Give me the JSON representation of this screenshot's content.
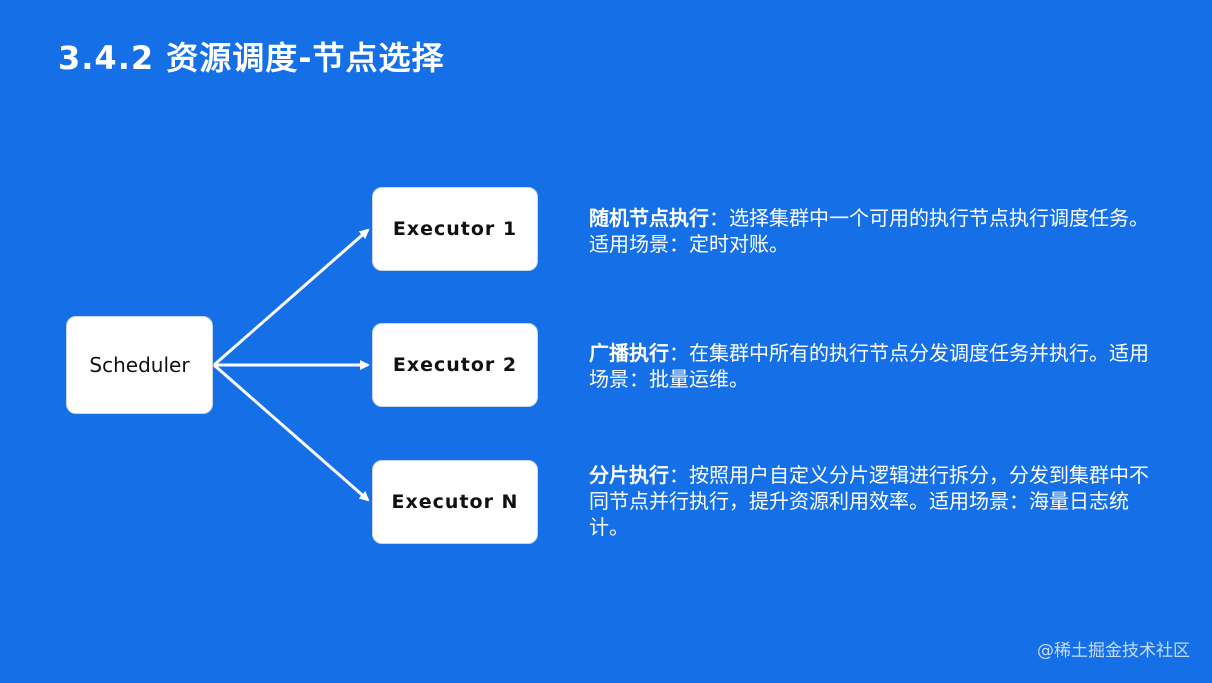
{
  "slide": {
    "title": "3.4.2 资源调度-节点选择"
  },
  "diagram": {
    "source": "Scheduler",
    "executors": [
      "Executor 1",
      "Executor 2",
      "Executor N"
    ]
  },
  "descriptions": [
    {
      "label": "随机节点执行",
      "separator": "：",
      "text": "选择集群中一个可用的执行节点执行调度任务。适用场景：定时对账。"
    },
    {
      "label": "广播执行",
      "separator": "：",
      "text": "在集群中所有的执行节点分发调度任务并执行。适用场景：批量运维。"
    },
    {
      "label": "分片执行",
      "separator": "：",
      "text": "按照用户自定义分片逻辑进行拆分，分发到集群中不同节点并行执行，提升资源利用效率。适用场景：海量日志统计。"
    }
  ],
  "watermark": "@稀土掘金技术社区",
  "colors": {
    "background": "#1570E8",
    "node_fill": "#FFFFFF",
    "text": "#FFFFFF"
  }
}
